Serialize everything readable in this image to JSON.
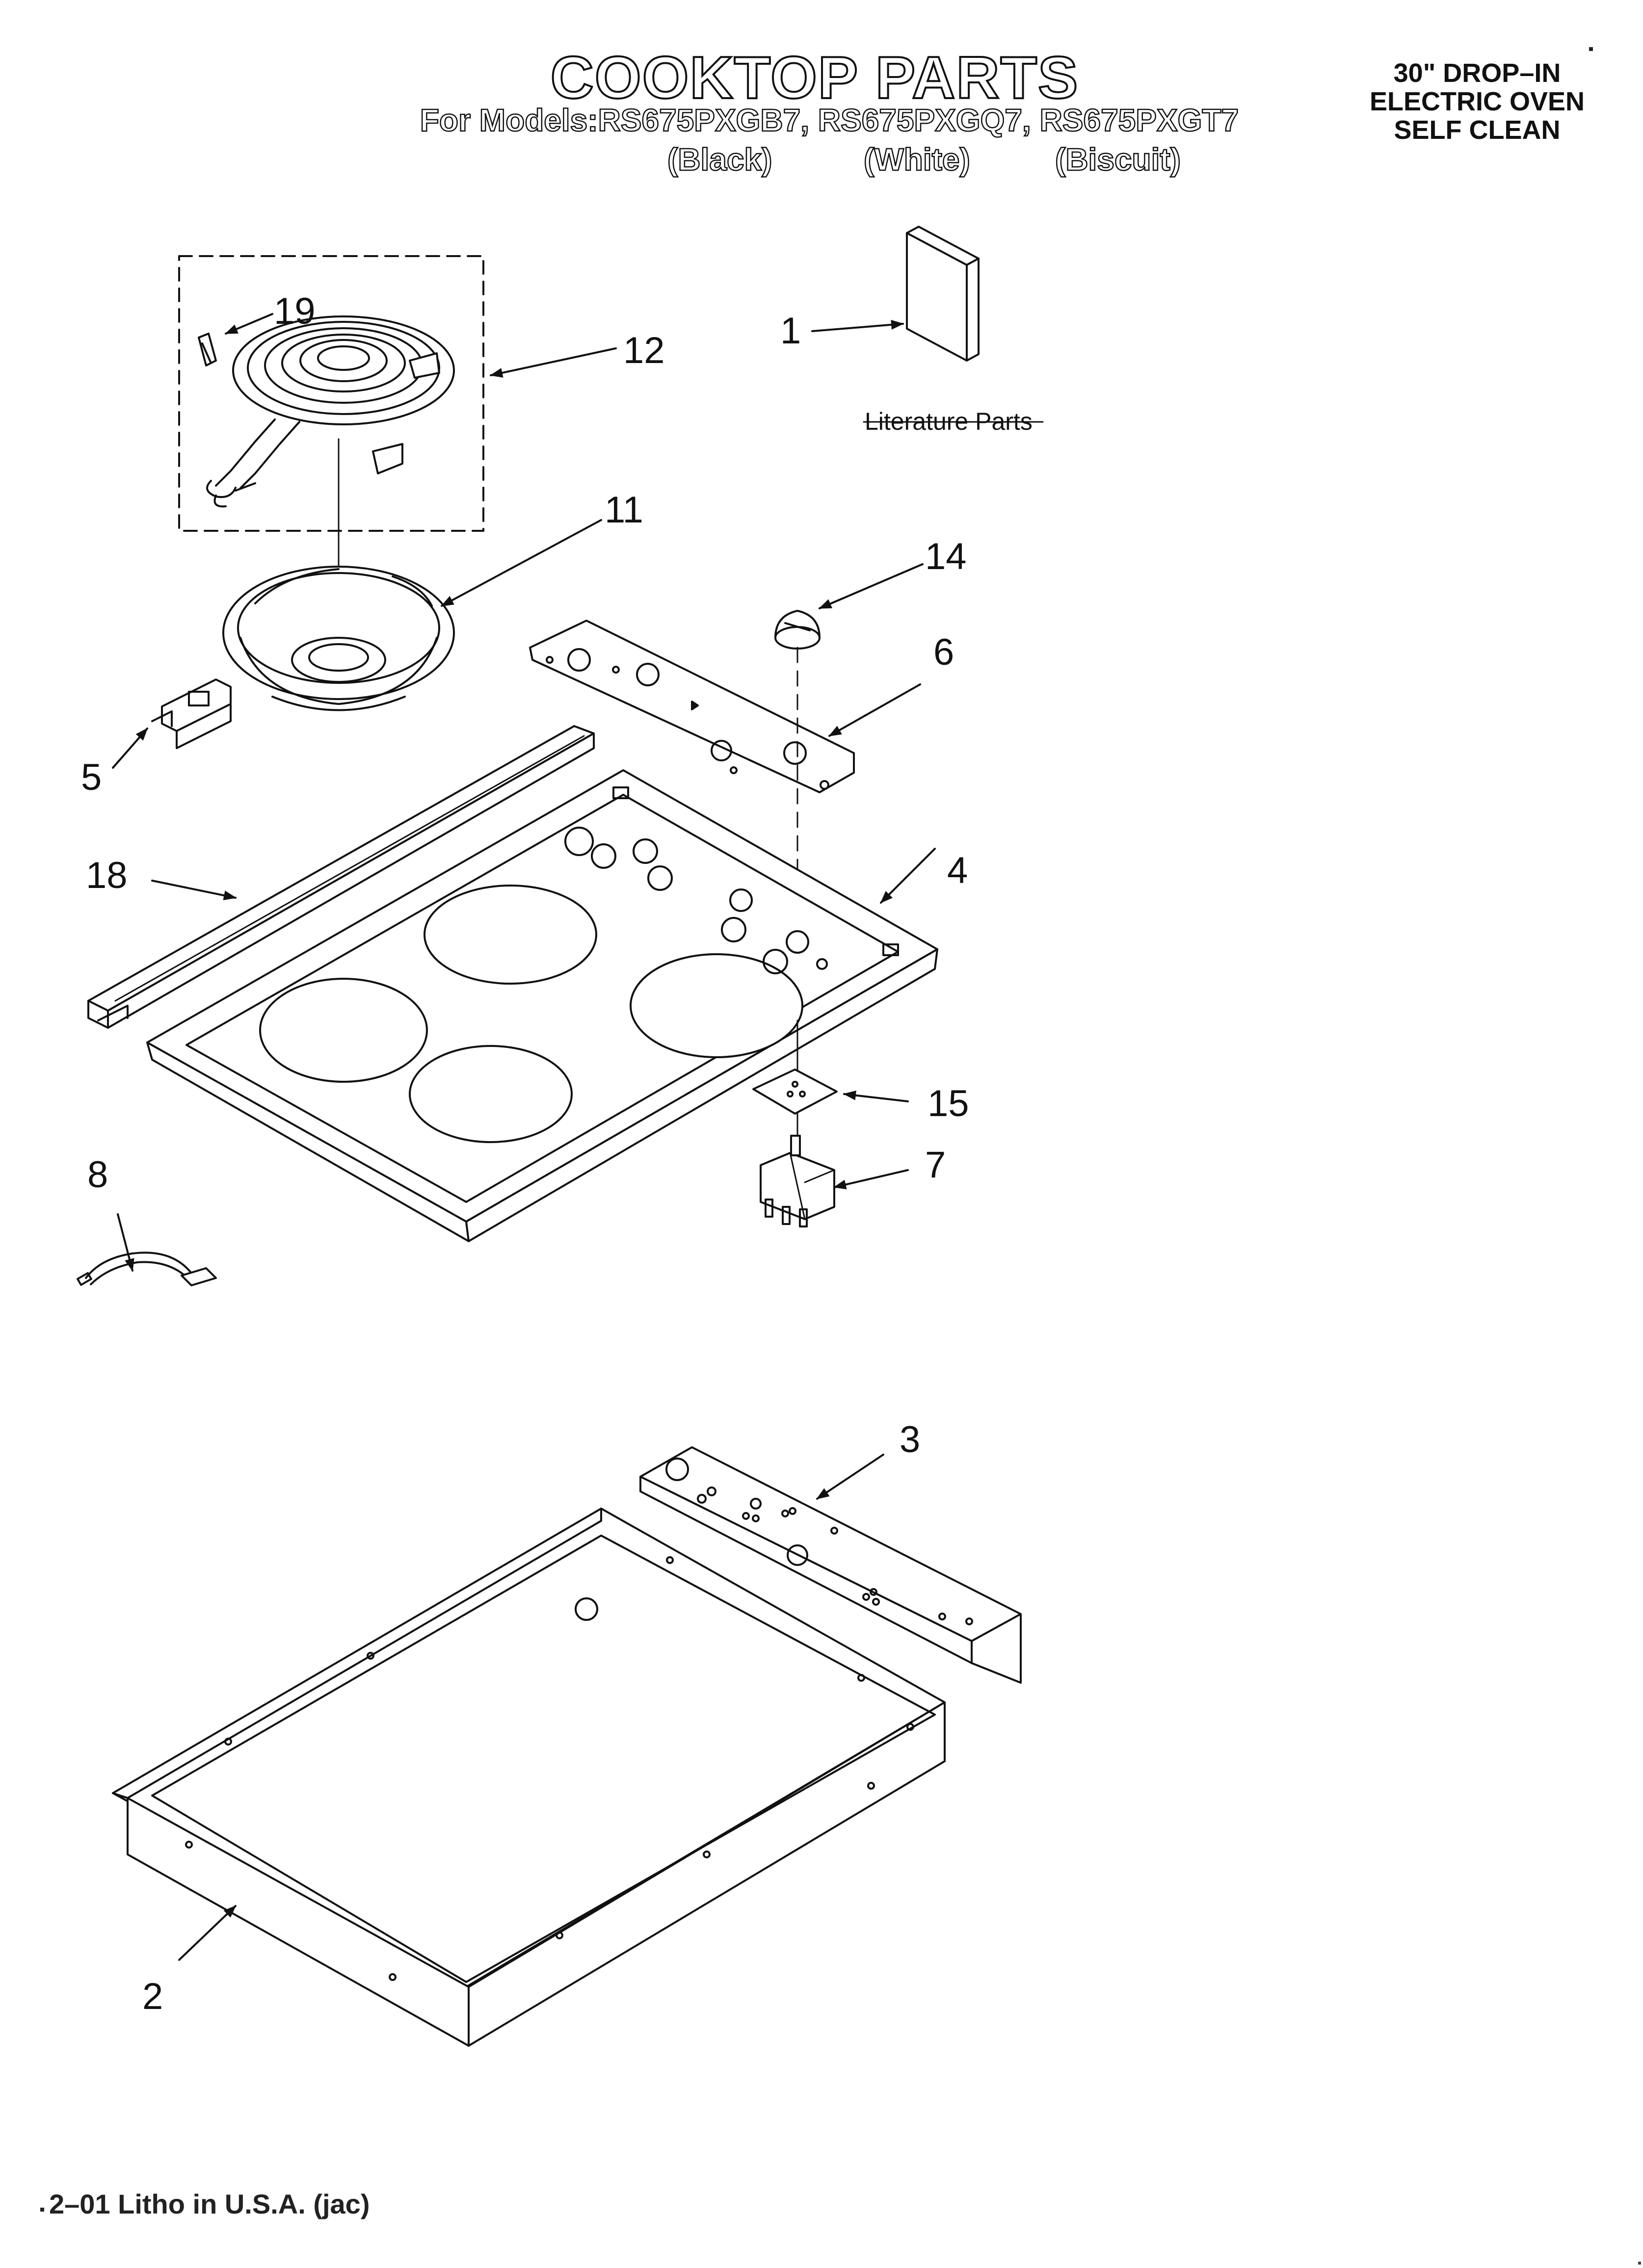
{
  "header": {
    "title": "COOKTOP PARTS",
    "models_line": "For Models:RS675PXGB7, RS675PXGQ7, RS675PXGT7",
    "variants": [
      "(Black)",
      "(White)",
      "(Biscuit)"
    ]
  },
  "appliance": {
    "line1": "30\" DROP–IN",
    "line2": "ELECTRIC OVEN",
    "line3": "SELF CLEAN"
  },
  "literature_label": "Literature Parts",
  "callouts": {
    "c1": "1",
    "c2": "2",
    "c3": "3",
    "c4": "4",
    "c5": "5",
    "c6": "6",
    "c7": "7",
    "c8": "8",
    "c11": "11",
    "c12": "12",
    "c14": "14",
    "c15": "15",
    "c18": "18",
    "c19": "19"
  },
  "footer": "2–01 Litho in U.S.A. (jac)"
}
